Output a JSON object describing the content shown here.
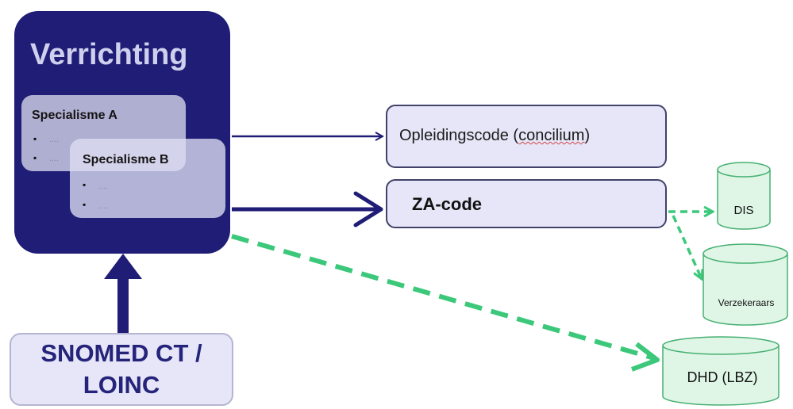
{
  "verrichting": {
    "title": "Verrichting",
    "specialisme_a": {
      "title": "Specialisme A",
      "items": [
        "....",
        "...."
      ]
    },
    "specialisme_b": {
      "title": "Specialisme B",
      "items": [
        "....",
        "...."
      ]
    }
  },
  "opleidingscode": {
    "text_before": "Opleidingscode (",
    "underlined": "concilium",
    "text_after": ")"
  },
  "za_code": {
    "label": "ZA-code"
  },
  "snomed": {
    "line1": "SNOMED CT /",
    "line2": "LOINC"
  },
  "databases": {
    "dis": "DIS",
    "verzekeraars": "Verzekeraars",
    "dhd": "DHD (LBZ)"
  },
  "colors": {
    "primary": "#1f1d75",
    "box_fill": "#e6e6f8",
    "dashed": "#3cc87a",
    "cylinder_fill": "#dff6e6"
  }
}
